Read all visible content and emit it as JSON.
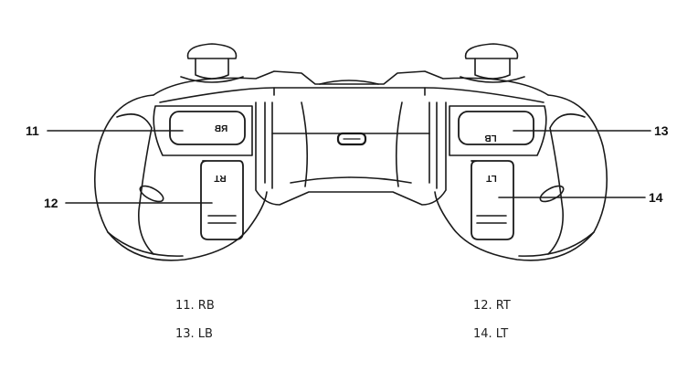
{
  "buttons": {
    "rb": "RB",
    "rt": "RT",
    "lb": "LB",
    "lt": "LT"
  },
  "callouts": [
    {
      "number": "11"
    },
    {
      "number": "12"
    },
    {
      "number": "13"
    },
    {
      "number": "14"
    }
  ],
  "legend": [
    "11. RB",
    "12. RT",
    "13. LB",
    "14. LT"
  ],
  "colors": {
    "line": "#1a1a1a",
    "background": "#ffffff"
  }
}
